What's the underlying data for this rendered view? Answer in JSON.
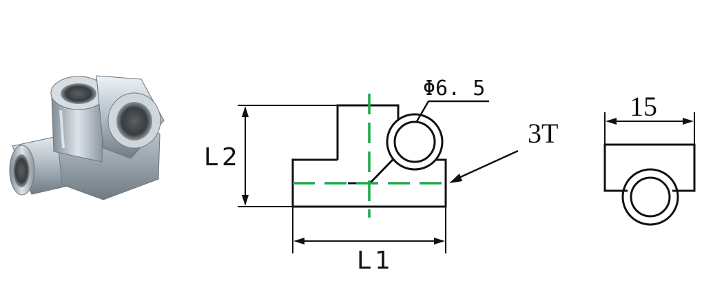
{
  "drawing": {
    "labels": {
      "l2": "L2",
      "l1": "L1",
      "phi": "Φ6. 5",
      "thread": "3T",
      "width": "15"
    },
    "colors": {
      "line": "#111111",
      "centerline": "#1aa84a"
    }
  },
  "photo": {
    "subject": "metal tee fitting photo"
  }
}
